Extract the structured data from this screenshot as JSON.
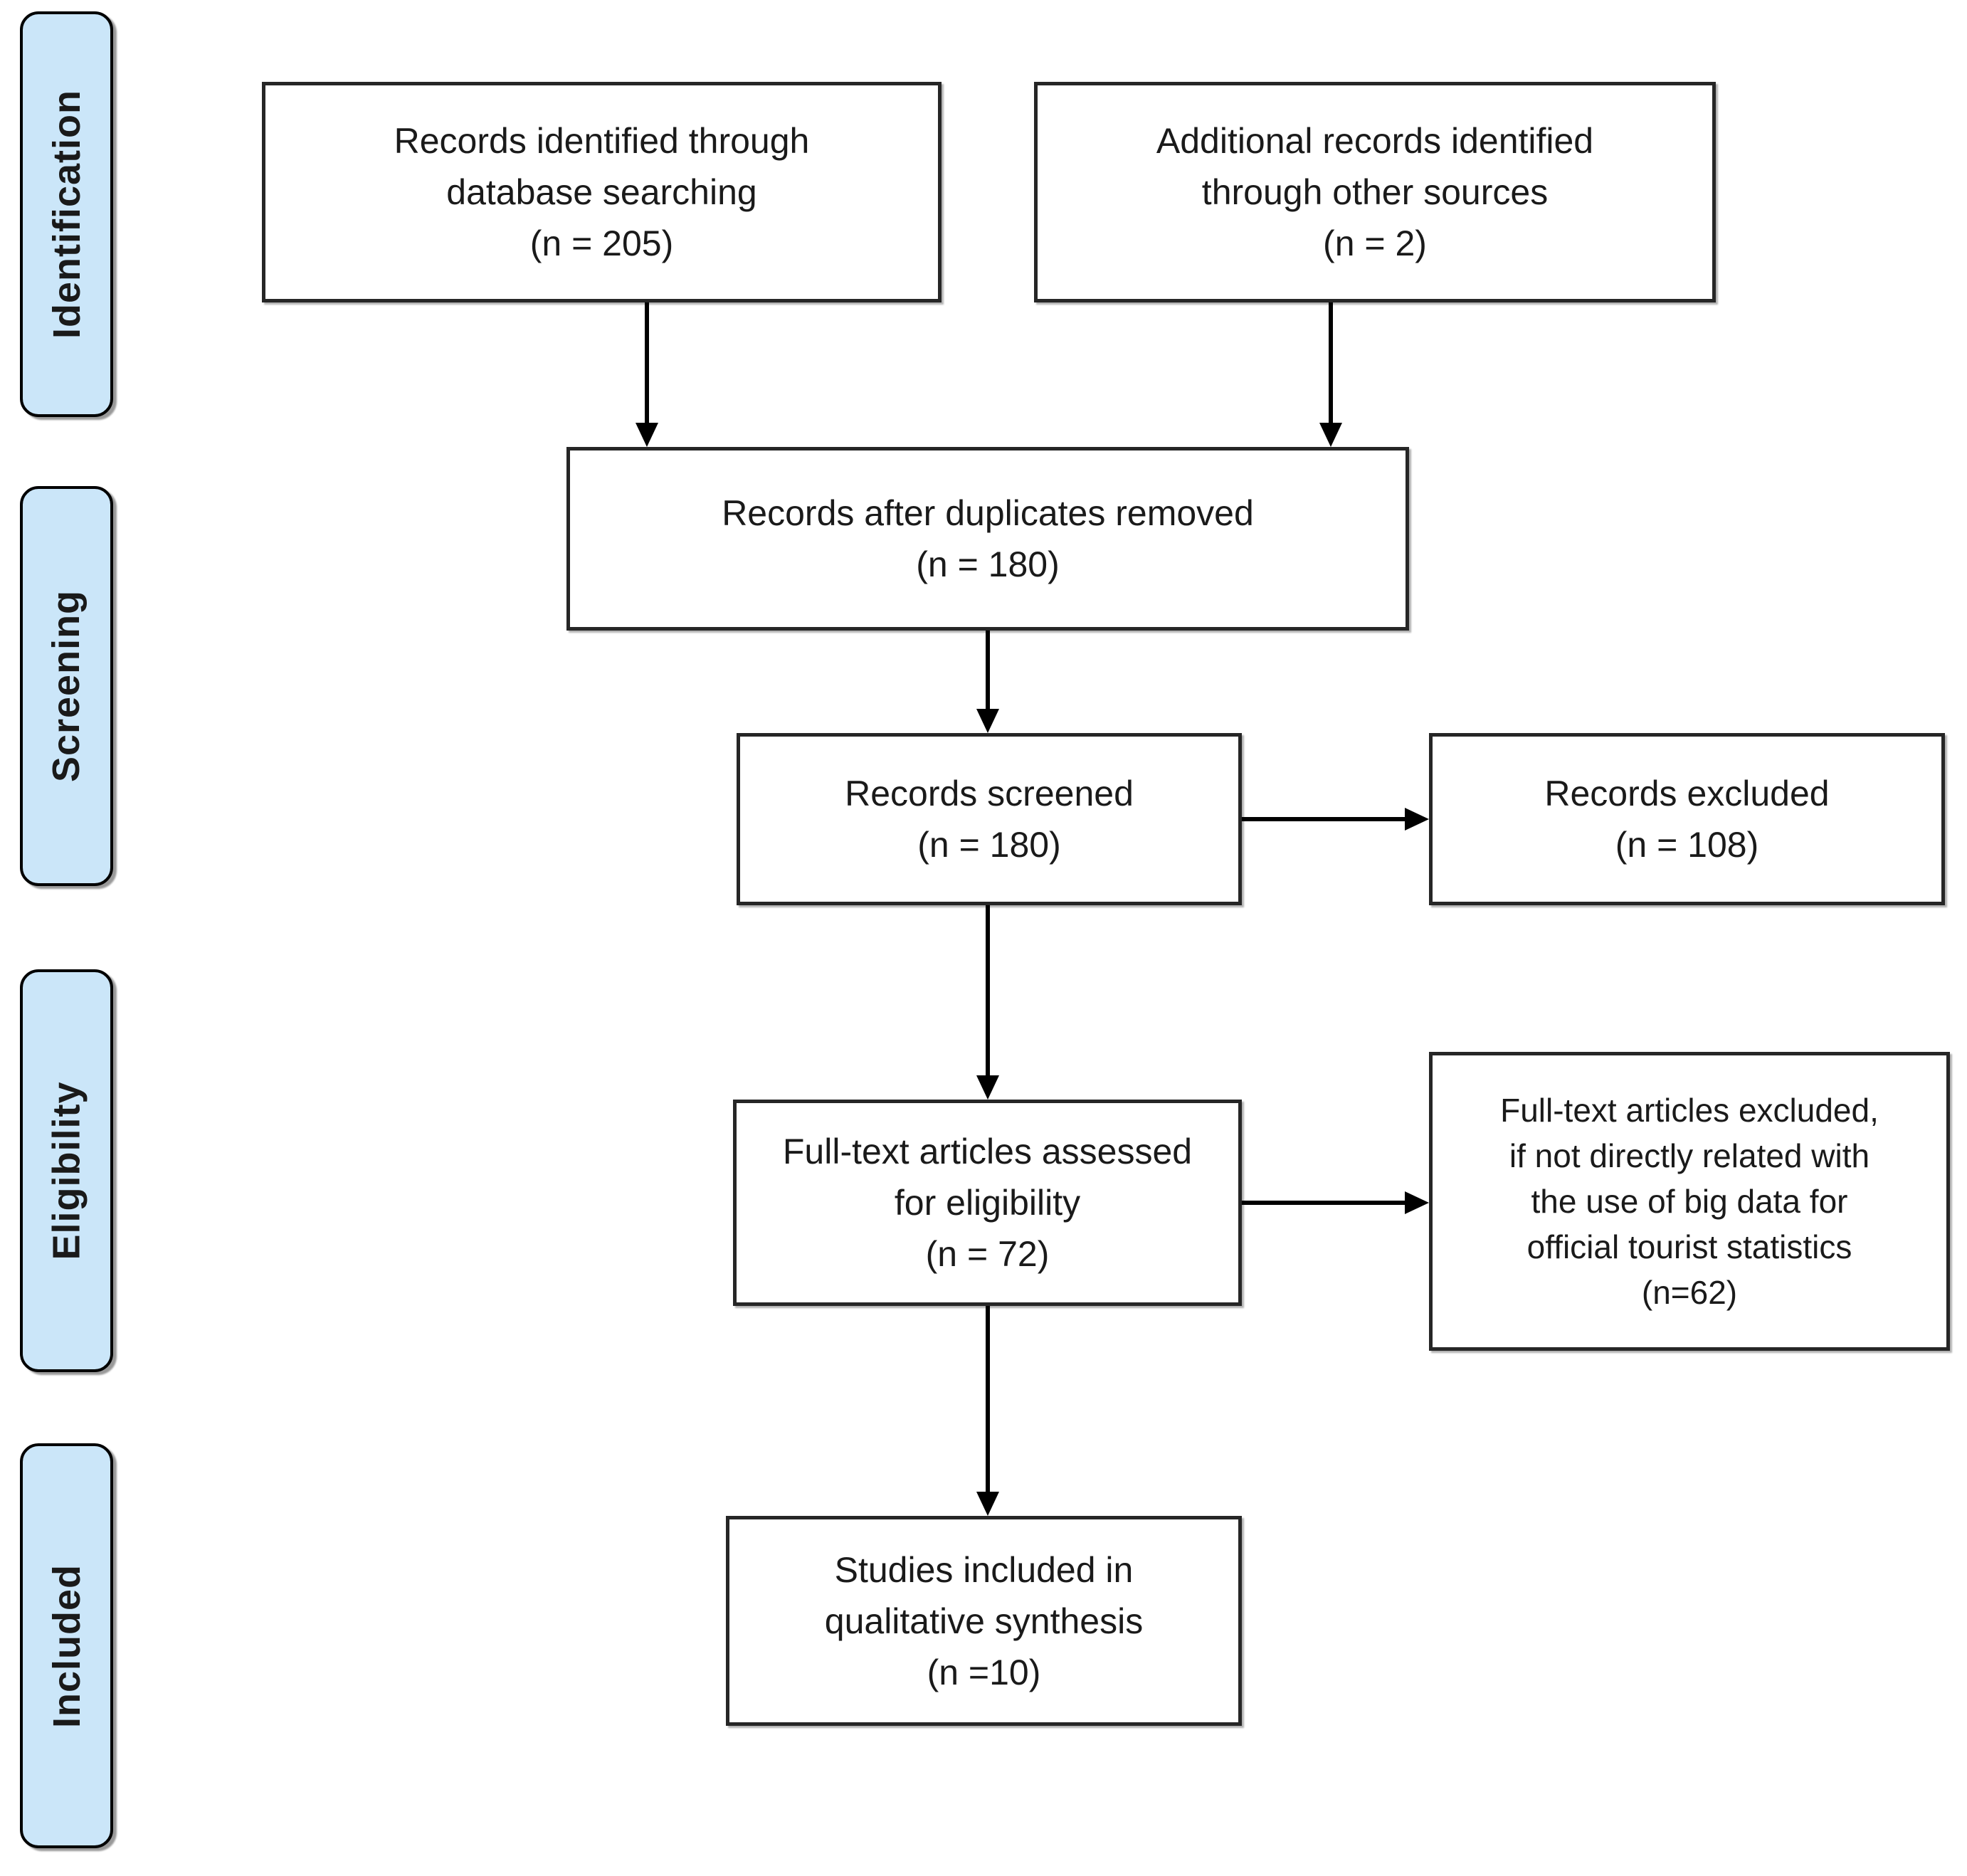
{
  "colors": {
    "stage_fill": "#cbe6f9",
    "stage_border": "#000000",
    "box_border": "#262626",
    "text_color": "#1a1a1a",
    "arrow_color": "#000000",
    "bg": "#ffffff"
  },
  "sidebar": {
    "stages": [
      {
        "label": "Identification"
      },
      {
        "label": "Screening"
      },
      {
        "label": "Eligibility"
      },
      {
        "label": "Included"
      }
    ]
  },
  "flow": {
    "identified": {
      "lines": [
        "Records identified through",
        "database searching",
        "(n = 205)"
      ]
    },
    "additional": {
      "lines": [
        "Additional records identified",
        "through other sources",
        "(n = 2)"
      ]
    },
    "duplicates": {
      "lines": [
        "Records after duplicates removed",
        "(n = 180)"
      ]
    },
    "screened": {
      "lines": [
        "Records screened",
        "(n = 180)"
      ]
    },
    "excluded": {
      "lines": [
        "Records excluded",
        "(n = 108)"
      ]
    },
    "fulltext": {
      "lines": [
        "Full-text articles assessed",
        "for eligibility",
        "(n = 72)"
      ]
    },
    "fulltext_excluded": {
      "lines": [
        "Full-text articles excluded,",
        "if not directly related with",
        "the use of big data for",
        "official tourist statistics",
        "(n=62)"
      ]
    },
    "included_studies": {
      "lines": [
        "Studies included in",
        "qualitative synthesis",
        "(n =10)"
      ]
    }
  }
}
